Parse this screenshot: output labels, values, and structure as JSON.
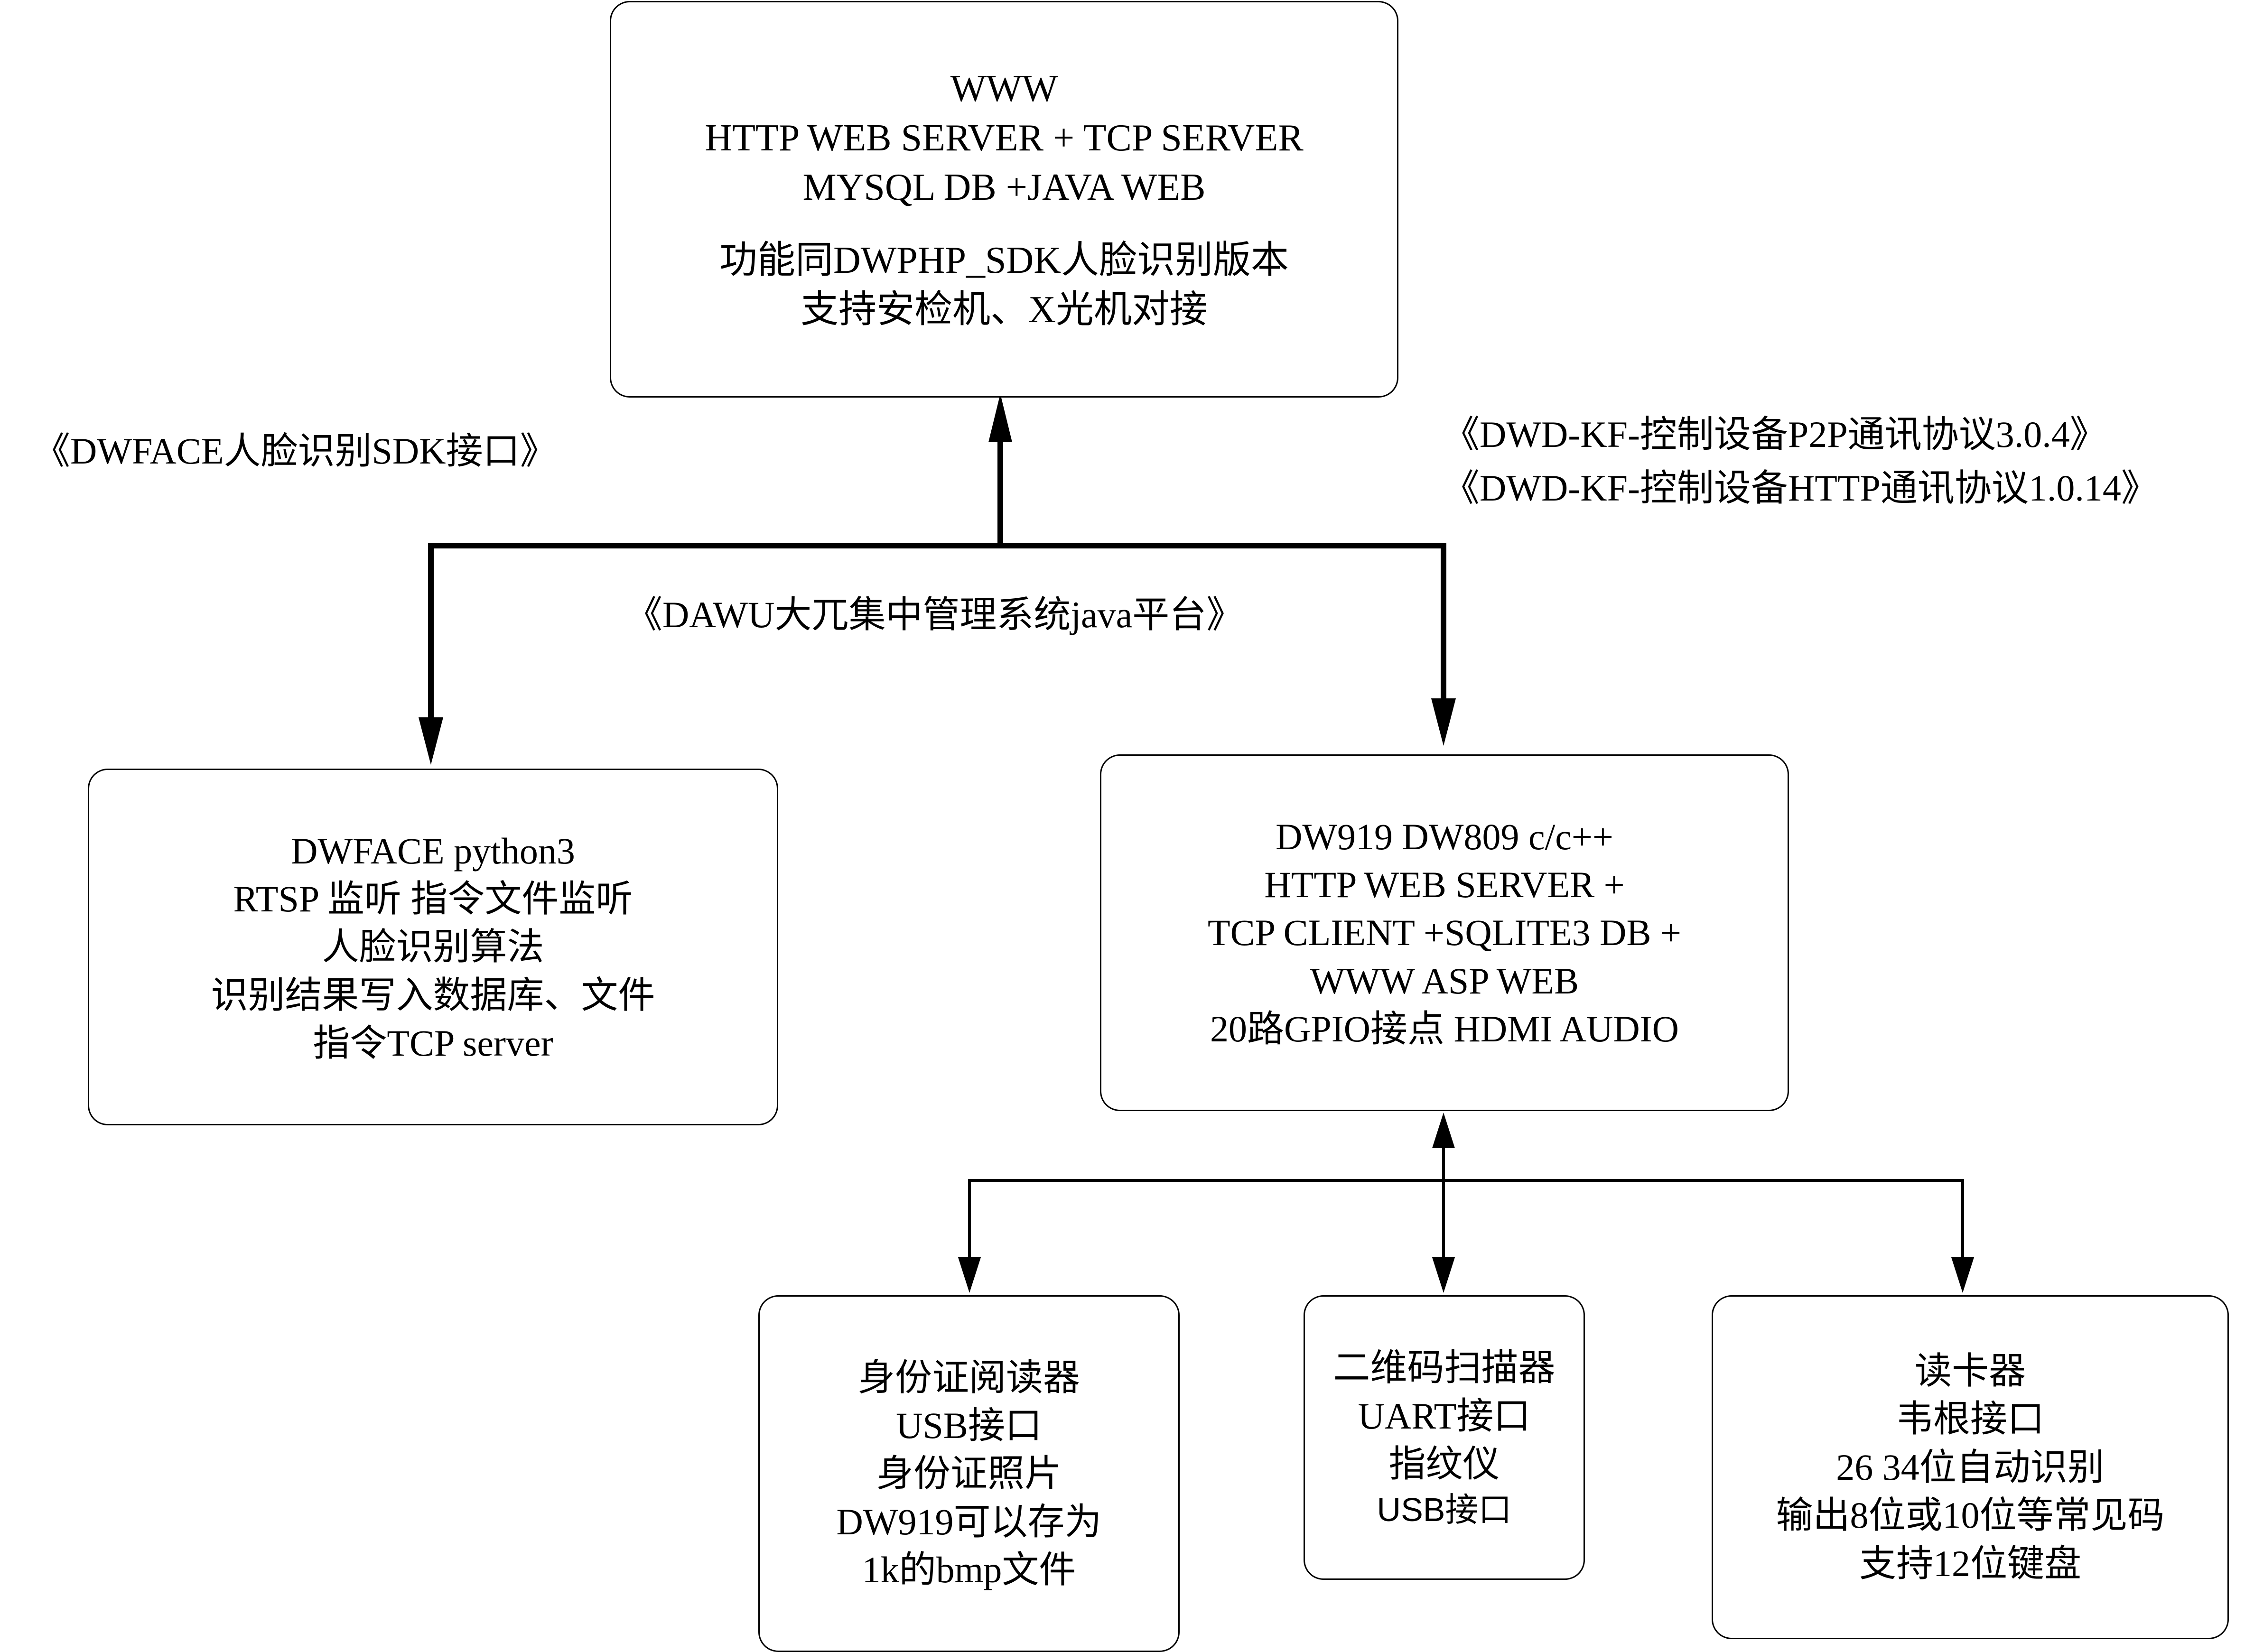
{
  "diagram": {
    "top_box": {
      "lines": [
        "WWW",
        "HTTP WEB SERVER + TCP SERVER",
        "MYSQL DB +JAVA WEB"
      ],
      "lines2": [
        "功能同DWPHP_SDK人脸识别版本",
        "支持安检机、X光机对接"
      ]
    },
    "label_sdk": "《DWFACE人脸识别SDK接口》",
    "label_p2p": "《DWD-KF-控制设备P2P通讯协议3.0.4》",
    "label_http": "《DWD-KF-控制设备HTTP通讯协议1.0.14》",
    "label_platform": "《DAWU大兀集中管理系统java平台》",
    "face_box": {
      "lines": [
        "DWFACE python3",
        "RTSP 监听 指令文件监听",
        "人脸识别算法",
        "识别结果写入数据库、文件",
        "指令TCP server"
      ]
    },
    "device_box": {
      "lines": [
        "DW919 DW809 c/c++",
        "HTTP WEB SERVER  +",
        "TCP CLIENT +SQLITE3 DB +",
        "WWW ASP WEB",
        "20路GPIO接点 HDMI AUDIO"
      ]
    },
    "id_box": {
      "lines": [
        "身份证阅读器",
        "USB接口",
        "身份证照片",
        "DW919可以存为",
        "1k的bmp文件"
      ]
    },
    "qr_box": {
      "lines": [
        "二维码扫描器",
        "UART接口",
        "指纹仪"
      ],
      "small_line": "USB接口"
    },
    "card_box": {
      "lines": [
        "读卡器",
        "韦根接口",
        "26 34位自动识别",
        "输出8位或10位等常见码",
        "支持12位键盘"
      ]
    }
  }
}
